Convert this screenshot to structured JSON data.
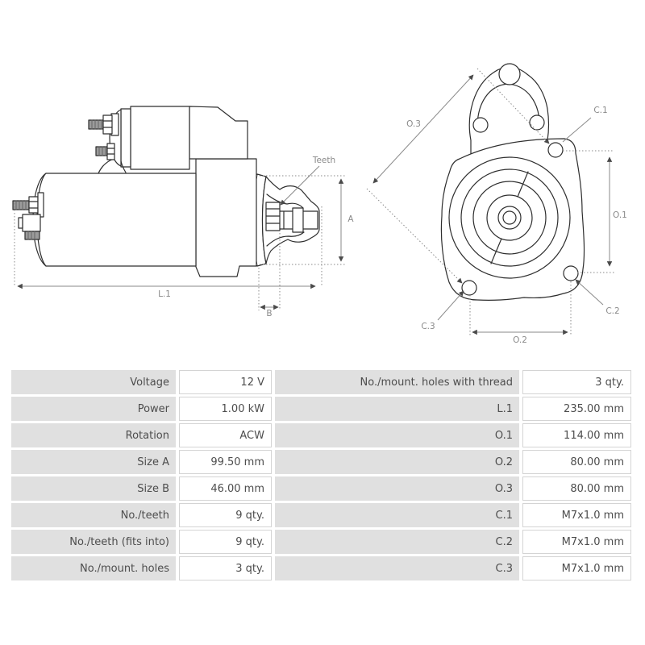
{
  "diagram": {
    "side_view": {
      "teeth_label": "Teeth",
      "dim_a": "A",
      "dim_b": "B",
      "dim_l1": "L.1"
    },
    "front_view": {
      "dim_o1": "O.1",
      "dim_o2": "O.2",
      "dim_o3": "O.3",
      "dim_c1": "C.1",
      "dim_c2": "C.2",
      "dim_c3": "C.3"
    },
    "colors": {
      "outline": "#2e2e2e",
      "dimension": "#8a8a8a",
      "thread_fill": "#9b9b9b"
    }
  },
  "spec_table": {
    "colors": {
      "label_bg": "#e0e0e0",
      "value_bg": "#ffffff",
      "text": "#4d4d4d",
      "value_border": "#d4d4d4"
    },
    "rows": [
      [
        "Voltage",
        "12 V",
        "No./mount. holes with thread",
        "3 qty."
      ],
      [
        "Power",
        "1.00 kW",
        "L.1",
        "235.00 mm"
      ],
      [
        "Rotation",
        "ACW",
        "O.1",
        "114.00 mm"
      ],
      [
        "Size A",
        "99.50 mm",
        "O.2",
        "80.00 mm"
      ],
      [
        "Size B",
        "46.00 mm",
        "O.3",
        "80.00 mm"
      ],
      [
        "No./teeth",
        "9 qty.",
        "C.1",
        "M7x1.0 mm"
      ],
      [
        "No./teeth (fits into)",
        "9 qty.",
        "C.2",
        "M7x1.0 mm"
      ],
      [
        "No./mount. holes",
        "3 qty.",
        "C.3",
        "M7x1.0 mm"
      ]
    ]
  }
}
